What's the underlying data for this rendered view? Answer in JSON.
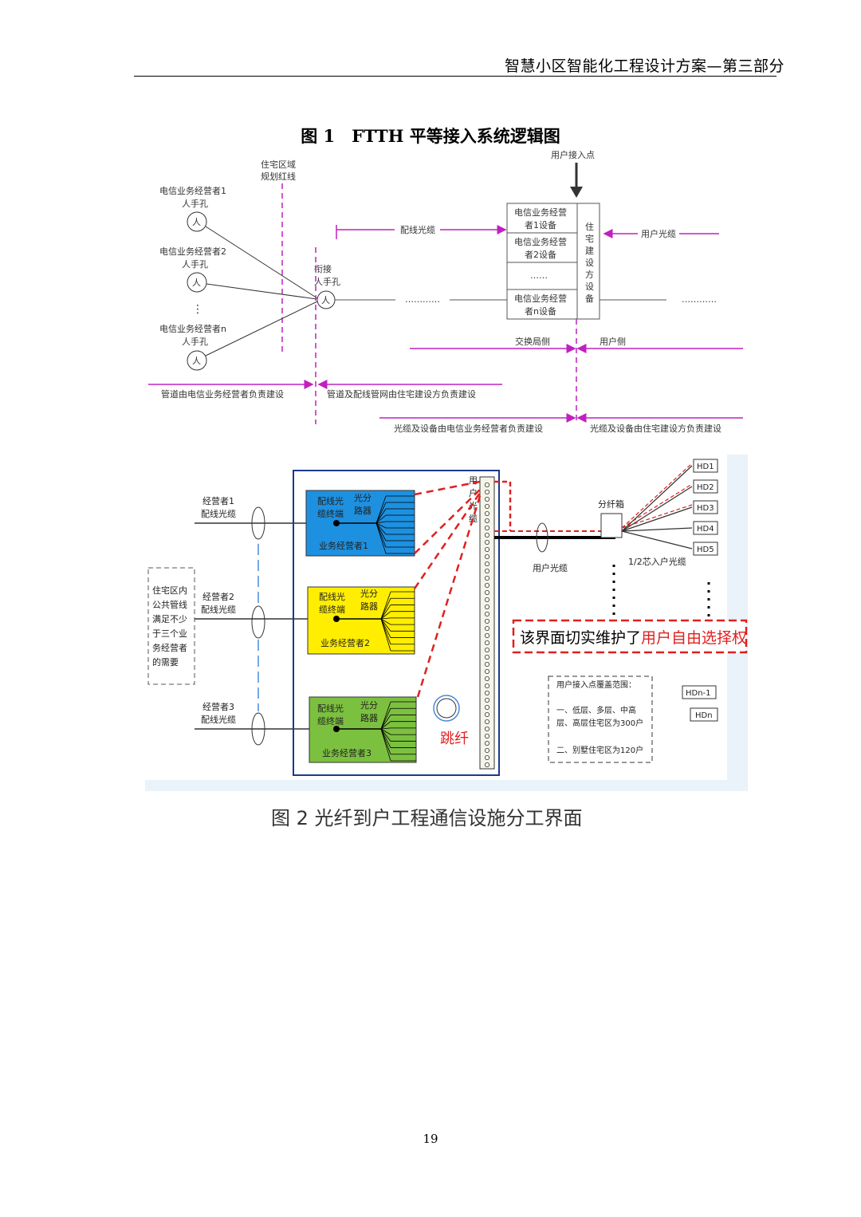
{
  "header": {
    "title": "智慧小区智能化工程设计方案—第三部分"
  },
  "figure1": {
    "title": "图 1　FTTH 平等接入系统逻辑图",
    "access_point": "用户接入点",
    "planning_line": [
      "住宅区域",
      "规划红线"
    ],
    "operators": [
      {
        "name": "电信业务经营者1",
        "hole": "人手孔"
      },
      {
        "name": "电信业务经营者2",
        "hole": "人手孔"
      },
      {
        "name": "电信业务经营者n",
        "hole": "人手孔"
      }
    ],
    "manhole_symbol": "人",
    "vertical_dots": "⋮",
    "junction": [
      "衔接",
      "人手孔"
    ],
    "dist_cable": "配线光缆",
    "user_cable": "用户光缆",
    "dots": "…………",
    "equipment": [
      [
        "电信业务经营",
        "者1设备"
      ],
      [
        "电信业务经营",
        "者2设备"
      ],
      [
        "……"
      ],
      [
        "电信业务经营",
        "者n设备"
      ]
    ],
    "builder_device": [
      "住",
      "宅",
      "建",
      "设",
      "方",
      "设",
      "备"
    ],
    "exchange_side": "交换局侧",
    "user_side": "用户侧",
    "duct_left": "管道由电信业务经营者负责建设",
    "duct_right": "管道及配线管网由住宅建设方负责建设",
    "cable_left": "光缆及设备由电信业务经营者负责建设",
    "cable_right": "光缆及设备由住宅建设方负责建设"
  },
  "figure2": {
    "operators": [
      {
        "label": [
          "经营者1",
          "配线光缆"
        ],
        "box_left": [
          "配线光",
          "缆终端"
        ],
        "box_right": [
          "光分",
          "路器"
        ],
        "box_bottom": "业务经营者1",
        "color": "#1e90e0"
      },
      {
        "label": [
          "经营者2",
          "配线光缆"
        ],
        "box_left": [
          "配线光",
          "缆终端"
        ],
        "box_right": [
          "光分",
          "路器"
        ],
        "box_bottom": "业务经营者2",
        "color": "#ffee00"
      },
      {
        "label": [
          "经营者3",
          "配线光缆"
        ],
        "box_left": [
          "配线光",
          "缆终端"
        ],
        "box_right": [
          "光分",
          "路器"
        ],
        "box_bottom": "业务经营者3",
        "color": "#7cc040"
      }
    ],
    "left_note": [
      "住宅区内",
      "公共管线",
      "满足不少",
      "于三个业",
      "务经营者",
      "的需要"
    ],
    "user_label": [
      "用",
      "户",
      "光",
      "缆"
    ],
    "jump_fiber": "跳纤",
    "splitter": "分纤箱",
    "user_cable": "用户光缆",
    "drop_cable": "1/2芯入户光缆",
    "homes": [
      "HD1",
      "HD2",
      "HD3",
      "HD4",
      "HD5"
    ],
    "homes_tail": [
      "HDn-1",
      "HDn"
    ],
    "banner_black": "该界面切实维护了",
    "banner_red": "用户自由选择权",
    "scale_title": "用户接入点覆盖范围：",
    "scale_lines": [
      "一、低层、多层、中高",
      "层、高层住宅区为300户",
      "二、别墅住宅区为120户"
    ],
    "caption": "图 2 光纤到户工程通信设施分工界面"
  },
  "page_number": "19"
}
